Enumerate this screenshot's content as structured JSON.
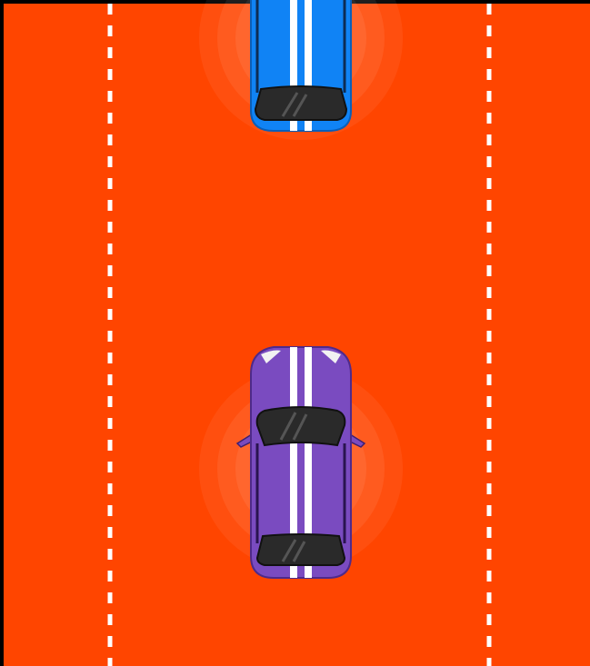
{
  "game": {
    "frame_color": "#000000",
    "road_color": "#ff4500",
    "lane_marking_color": "#ffffff",
    "lanes": 3,
    "lane_divider_style": "dashed",
    "player_lane": 2,
    "cars": [
      {
        "id": "opponent",
        "lane": 2,
        "body_color": "#1083f5",
        "stripe_color": "#ffffff",
        "glass_color": "#2a2a2a",
        "heading": "down",
        "visibility": "partially-offscreen-top"
      },
      {
        "id": "player",
        "lane": 2,
        "body_color": "#7a4bc0",
        "stripe_color": "#ffffff",
        "glass_color": "#2a2a2a",
        "heading": "up",
        "visibility": "full"
      }
    ]
  }
}
